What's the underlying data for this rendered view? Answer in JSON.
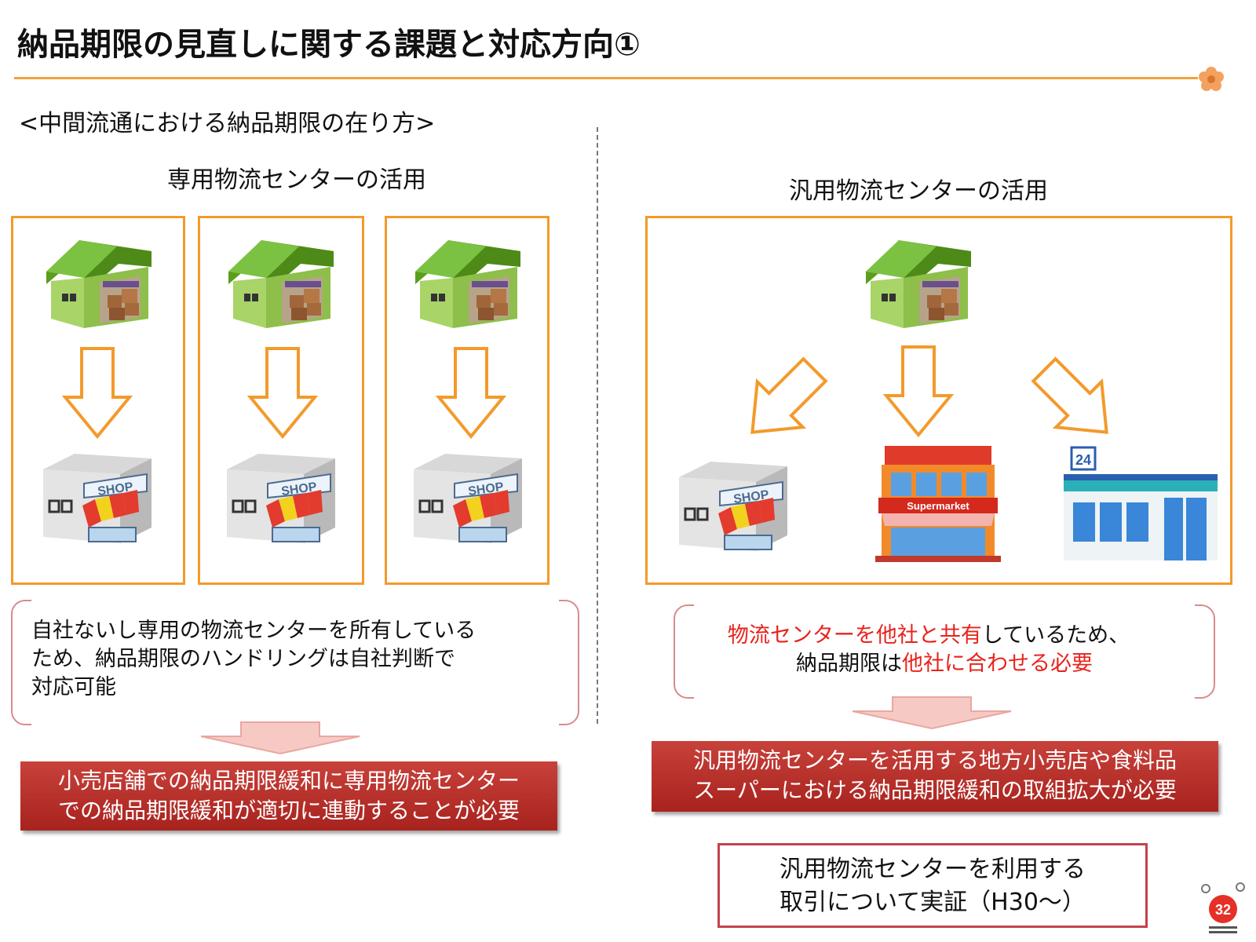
{
  "header": {
    "title": "納品期限の見直しに関する課題と対応方向①"
  },
  "subtitle": "<中間流通における納品期限の在り方>",
  "left": {
    "heading": "専用物流センターの活用",
    "note": "自社ないし専用の物流センターを所有しているため、納品期限のハンドリングは自社判断で対応可能",
    "note_lines": [
      "自社ないし専用の物流センターを所有している",
      "ため、納品期限のハンドリングは自社判断で",
      "対応可能"
    ],
    "conclusion_lines": [
      "小売店舗での納品期限緩和に専用物流センター",
      "での納品期限緩和が適切に連動することが必要"
    ],
    "shop_sign": "SHOP"
  },
  "right": {
    "heading": "汎用物流センターの活用",
    "note_line1": {
      "red": "物流センターを他社と共有",
      "black": "しているため、"
    },
    "note_line2": {
      "black": "納品期限は",
      "red": "他社に合わせる必要"
    },
    "conclusion_lines": [
      "汎用物流センターを活用する地方小売店や食料品",
      "スーパーにおける納品期限緩和の取組拡大が必要"
    ],
    "demo_lines": [
      "汎用物流センターを利用する",
      "取引について実証（H30～）"
    ],
    "shop_sign": "SHOP",
    "supermarket_sign": "Supermarket",
    "convenience_sign": "24"
  },
  "footer": {
    "page_number": "32"
  },
  "colors": {
    "accent_orange": "#f39a2b",
    "alert_red": "#e8231c",
    "banner_red": "#b8302a",
    "frame_red": "#c2434a"
  },
  "icons": [
    "warehouse-icon",
    "shop-icon",
    "supermarket-icon",
    "convenience-store-icon",
    "arrow-down-icon",
    "flower-icon",
    "mascot-icon"
  ]
}
